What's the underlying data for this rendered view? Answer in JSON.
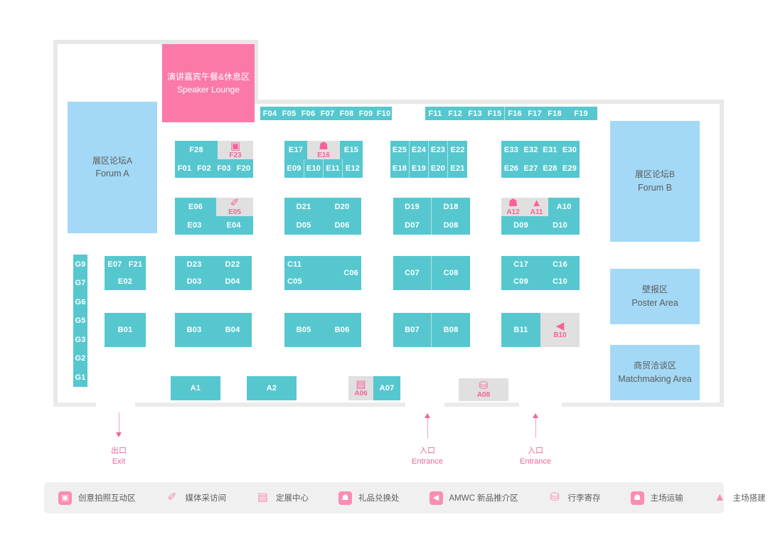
{
  "map": {
    "title": "Exhibition Floor Plan",
    "colors": {
      "booth_teal": "#56c7cf",
      "forum_blue": "#a3d9f6",
      "lounge_pink": "#fb79a8",
      "service_grey": "#e0e0e0",
      "accent_pink": "#f2649c",
      "wall_grey": "#e8e8e8"
    },
    "speaker_lounge": {
      "cn": "演讲嘉宾午餐&休息区",
      "en": "Speaker Lounge"
    },
    "areas": [
      {
        "id": "forum-a",
        "cn": "展区论坛A",
        "en": "Forum A"
      },
      {
        "id": "forum-b",
        "cn": "展区论坛B",
        "en": "Forum B"
      },
      {
        "id": "poster",
        "cn": "壁报区",
        "en": "Poster Area"
      },
      {
        "id": "matchmaking",
        "cn": "商贸洽谈区",
        "en": "Matchmaking Area"
      }
    ],
    "strip_f_left": [
      "F04",
      "F05",
      "F06",
      "F07",
      "F08",
      "F09",
      "F10"
    ],
    "strip_f_right": [
      "F11",
      "F12",
      "F13",
      "F15",
      "F16",
      "F17",
      "F18",
      "F19"
    ],
    "g_column": [
      "G9",
      "G7",
      "G6",
      "G5",
      "G3",
      "G2",
      "G1"
    ],
    "blocks": {
      "f28_top": [
        "F28"
      ],
      "f28_bot": [
        "F01",
        "F02",
        "F03",
        "F20"
      ],
      "e17_top": [
        "E17",
        "E15"
      ],
      "e17_bot": [
        "E09",
        "E10",
        "E11",
        "E12"
      ],
      "e25_top": [
        "E25",
        "E24",
        "E23",
        "E22"
      ],
      "e25_bot": [
        "E18",
        "E19",
        "E20",
        "E21"
      ],
      "e33_top": [
        "E33",
        "E32",
        "E31",
        "E30"
      ],
      "e33_bot": [
        "E26",
        "E27",
        "E28",
        "E29"
      ],
      "e06_top": [
        "E06"
      ],
      "e06_bot": [
        "E03",
        "E04"
      ],
      "d21_top": [
        "D21",
        "D20"
      ],
      "d21_bot": [
        "D05",
        "D06"
      ],
      "d19_top": [
        "D19",
        "D18"
      ],
      "d19_bot": [
        "D07",
        "D08"
      ],
      "a10_top": [
        "A10"
      ],
      "a10_bot": [
        "D09",
        "D10"
      ],
      "e07_top": [
        "E07",
        "F21"
      ],
      "e07_bot": [
        "E02"
      ],
      "d23_top": [
        "D23",
        "D22"
      ],
      "d23_bot": [
        "D03",
        "D04"
      ],
      "c11_top": [
        "C11"
      ],
      "c11_mid": [
        "C06"
      ],
      "c11_bot": [
        "C05"
      ],
      "c07_row": [
        "C07",
        "C08"
      ],
      "c17_top": [
        "C17",
        "C16"
      ],
      "c17_bot": [
        "C09",
        "C10"
      ],
      "b01": [
        "B01"
      ],
      "b03_row": [
        "B03",
        "B04"
      ],
      "b05_row": [
        "B05",
        "B06"
      ],
      "b07_row": [
        "B07",
        "B08"
      ],
      "b11": [
        "B11"
      ],
      "a_row": [
        "A1",
        "A2",
        "A07"
      ]
    },
    "service_booths": [
      {
        "id": "F23",
        "label": "F23",
        "glyph": "▣",
        "icon": "camera-icon"
      },
      {
        "id": "E16",
        "label": "E16",
        "glyph": "☗",
        "icon": "gift-icon"
      },
      {
        "id": "E05",
        "label": "E05",
        "glyph": "✐",
        "icon": "microphone-icon"
      },
      {
        "id": "A12",
        "label": "A12",
        "glyph": "☗",
        "icon": "venue-transport-icon"
      },
      {
        "id": "A11",
        "label": "A11",
        "glyph": "▲",
        "icon": "venue-build-icon"
      },
      {
        "id": "B10",
        "label": "B10",
        "glyph": "◀",
        "icon": "amwc-speaker-icon"
      },
      {
        "id": "A06",
        "label": "A06",
        "glyph": "▤",
        "icon": "booth-center-icon"
      },
      {
        "id": "A08",
        "label": "A08",
        "glyph": "⛁",
        "icon": "luggage-icon"
      }
    ],
    "markers": [
      {
        "id": "exit",
        "cn": "出口",
        "en": "Exit",
        "dir": "down"
      },
      {
        "id": "entrance-1",
        "cn": "入口",
        "en": "Entrance",
        "dir": "up"
      },
      {
        "id": "entrance-2",
        "cn": "入口",
        "en": "Entrance",
        "dir": "up"
      }
    ],
    "legend": [
      {
        "id": "photo",
        "label": "创意拍照互动区",
        "glyph": "▣",
        "icon": "camera-icon",
        "hollow": false
      },
      {
        "id": "media",
        "label": "媒体采访间",
        "glyph": "✐",
        "icon": "microphone-icon",
        "hollow": true
      },
      {
        "id": "booth",
        "label": "定展中心",
        "glyph": "▤",
        "icon": "booth-center-icon",
        "hollow": true
      },
      {
        "id": "gift",
        "label": "礼品兑换处",
        "glyph": "☗",
        "icon": "gift-icon",
        "hollow": false
      },
      {
        "id": "amwc",
        "label": "AMWC 新品推介区",
        "glyph": "◀",
        "icon": "amwc-speaker-icon",
        "hollow": false
      },
      {
        "id": "luggage",
        "label": "行李寄存",
        "glyph": "⛁",
        "icon": "luggage-icon",
        "hollow": true
      },
      {
        "id": "transport",
        "label": "主场运输",
        "glyph": "☗",
        "icon": "venue-transport-icon",
        "hollow": false
      },
      {
        "id": "build",
        "label": "主场搭建",
        "glyph": "▲",
        "icon": "venue-build-icon",
        "hollow": true
      }
    ]
  }
}
